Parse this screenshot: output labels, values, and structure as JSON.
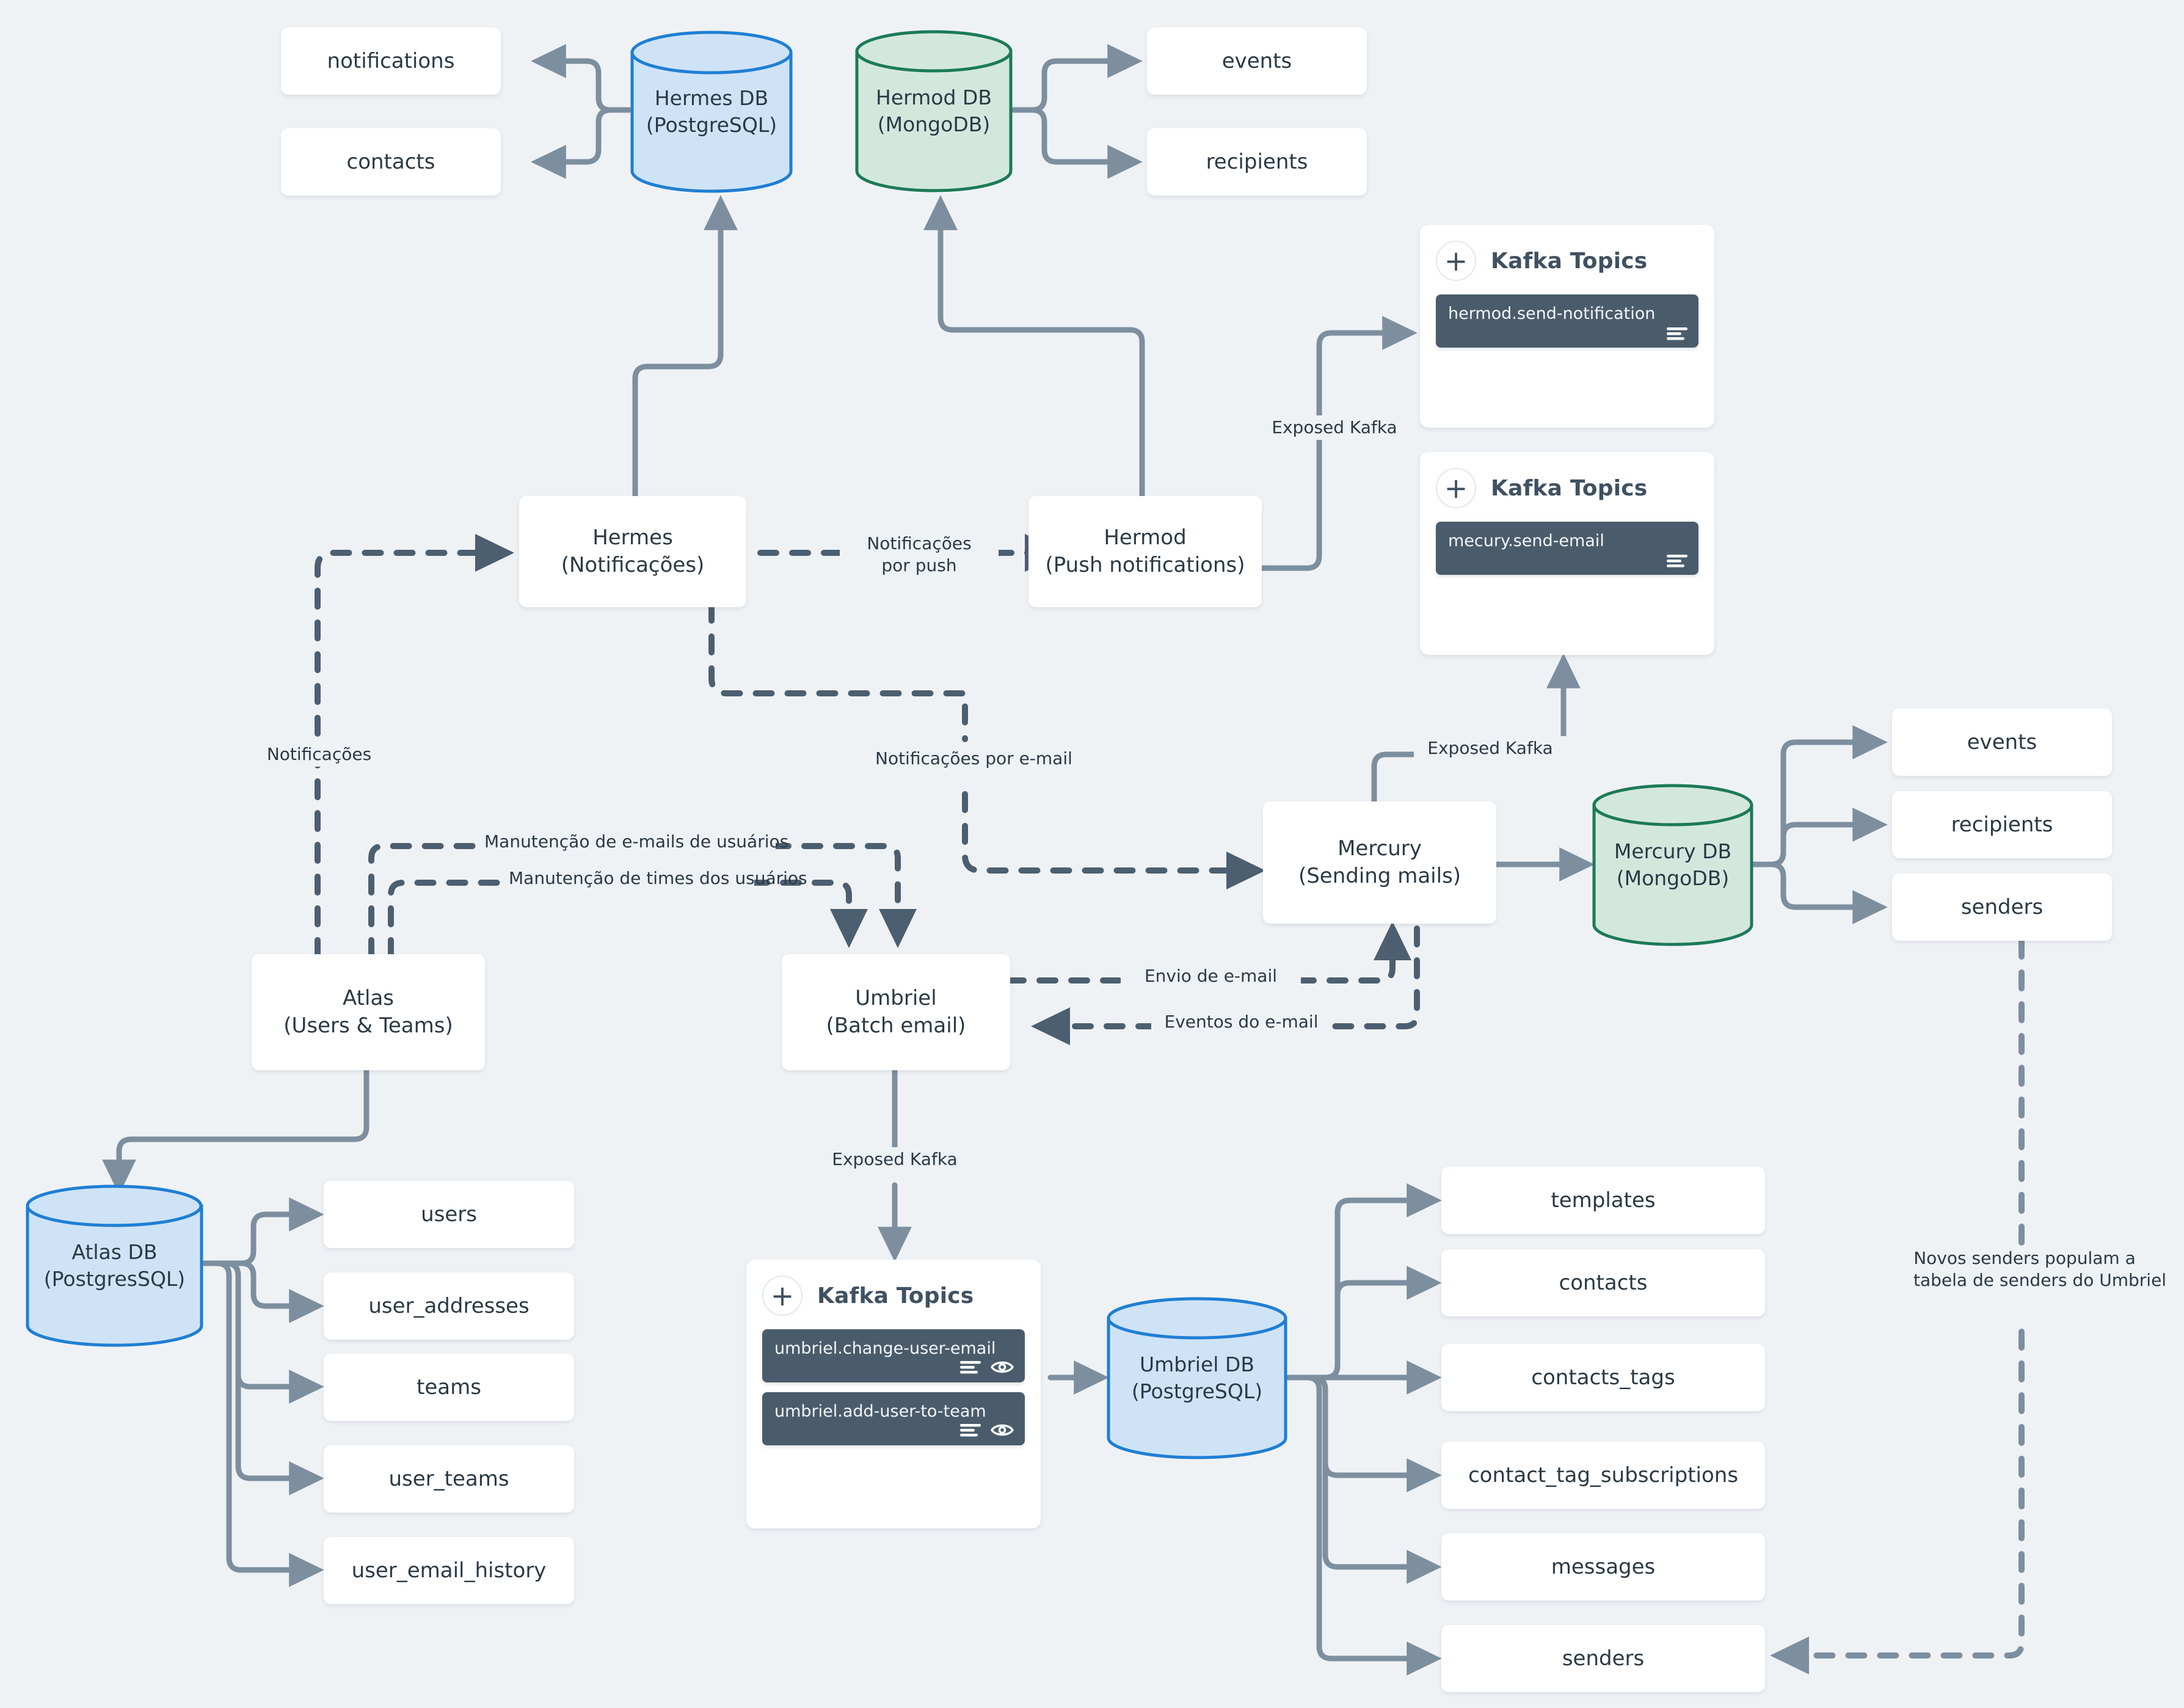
{
  "diagram": {
    "title": "Microservices messaging architecture",
    "background_color": "#eff2f5",
    "databases": [
      {
        "id": "hermes-db",
        "label_line1": "Hermes DB",
        "label_line2": "(PostgreSQL)",
        "kind": "postgres",
        "fill": "#cfe3f7",
        "stroke": "#1f7fd4"
      },
      {
        "id": "hermod-db",
        "label_line1": "Hermod DB",
        "label_line2": "(MongoDB)",
        "kind": "mongo",
        "fill": "#d3e8dd",
        "stroke": "#1c7a59"
      },
      {
        "id": "mercury-db",
        "label_line1": "Mercury DB",
        "label_line2": "(MongoDB)",
        "kind": "mongo",
        "fill": "#d3e8dd",
        "stroke": "#1c7a59"
      },
      {
        "id": "atlas-db",
        "label_line1": "Atlas DB",
        "label_line2": "(PostgresSQL)",
        "kind": "postgres",
        "fill": "#cfe3f7",
        "stroke": "#1f7fd4"
      },
      {
        "id": "umbriel-db",
        "label_line1": "Umbriel DB",
        "label_line2": "(PostgreSQL)",
        "kind": "postgres",
        "fill": "#cfe3f7",
        "stroke": "#1f7fd4"
      }
    ],
    "services": [
      {
        "id": "hermes",
        "name": "Hermes",
        "subtitle": "(Notificações)"
      },
      {
        "id": "hermod",
        "name": "Hermod",
        "subtitle": "(Push notifications)"
      },
      {
        "id": "mercury",
        "name": "Mercury",
        "subtitle": "(Sending mails)"
      },
      {
        "id": "atlas",
        "name": "Atlas",
        "subtitle": "(Users & Teams)"
      },
      {
        "id": "umbriel",
        "name": "Umbriel",
        "subtitle": "(Batch email)"
      }
    ],
    "tables": {
      "hermes_db": [
        "notifications",
        "contacts"
      ],
      "hermod_db": [
        "events",
        "recipients"
      ],
      "mercury_db": [
        "events",
        "recipients",
        "senders"
      ],
      "atlas_db": [
        "users",
        "user_addresses",
        "teams",
        "user_teams",
        "user_email_history"
      ],
      "umbriel_db": [
        "templates",
        "contacts",
        "contacts_tags",
        "contact_tag_subscriptions",
        "messages",
        "senders"
      ]
    },
    "kafka_panels": [
      {
        "id": "hermod-kafka",
        "title": "Kafka Topics",
        "add_label": "+",
        "topics": [
          {
            "name": "hermod.send-notification",
            "has_eye": false
          }
        ]
      },
      {
        "id": "mercury-kafka",
        "title": "Kafka Topics",
        "add_label": "+",
        "topics": [
          {
            "name": "mecury.send-email",
            "has_eye": false
          }
        ]
      },
      {
        "id": "umbriel-kafka",
        "title": "Kafka Topics",
        "add_label": "+",
        "topics": [
          {
            "name": "umbriel.change-user-email",
            "has_eye": true
          },
          {
            "name": "umbriel.add-user-to-team",
            "has_eye": true
          }
        ]
      }
    ],
    "edge_labels": {
      "exposed_kafka_hermod": "Exposed Kafka",
      "exposed_kafka_mercury": "Exposed Kafka",
      "exposed_kafka_umbriel": "Exposed Kafka",
      "notificacoes_push": "Notificações\npor push",
      "notificacoes": "Notificações",
      "notificacoes_email": "Notificações por e-mail",
      "manutencao_emails": "Manutenção de e-mails de usuários",
      "manutencao_times": "Manutenção de times dos usuários",
      "envio_email": "Envio de e-mail",
      "eventos_email": "Eventos do e-mail",
      "novos_senders": "Novos senders populam a\ntabela de senders do Umbriel"
    },
    "colors": {
      "background": "#eff2f5",
      "solid_edge": "#7d8f9f",
      "dashed_edge": "#4c5f70",
      "text": "#2b3945",
      "chip_bg": "#4a5c6b",
      "postgres_fill": "#cfe3f7",
      "postgres_stroke": "#1f7fd4",
      "mongo_fill": "#d3e8dd",
      "mongo_stroke": "#1c7a59"
    }
  }
}
